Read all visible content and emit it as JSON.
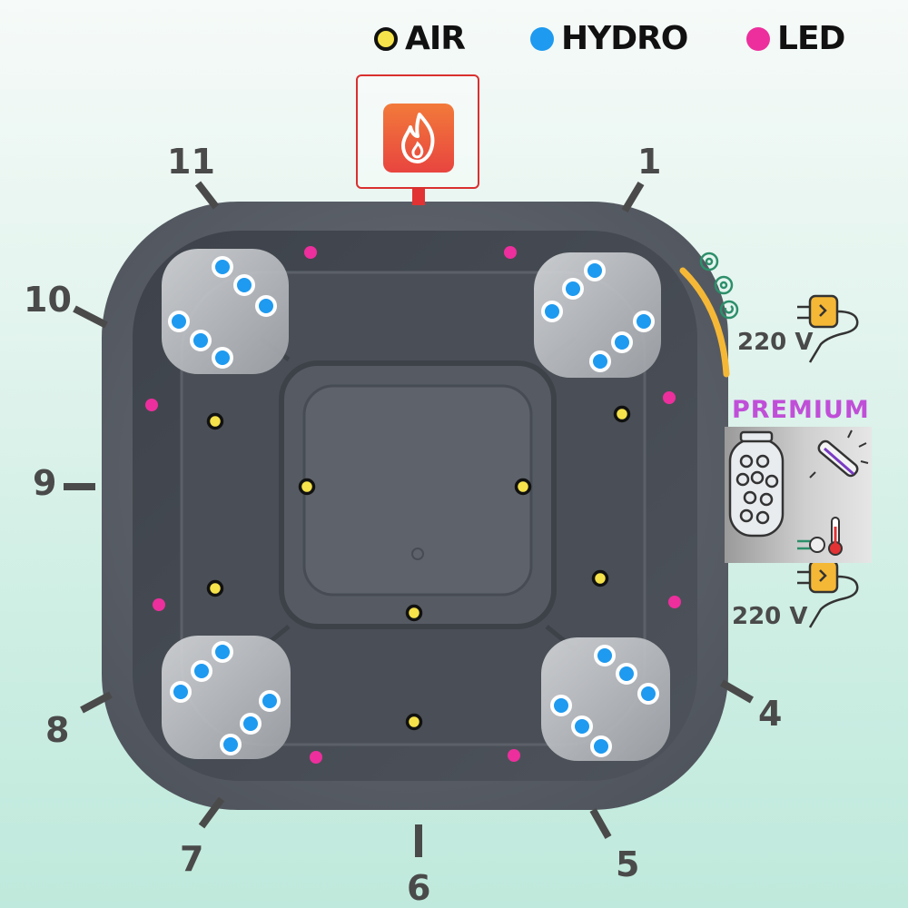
{
  "legend": [
    {
      "label": "AIR",
      "color": "#f6e24a"
    },
    {
      "label": "HYDRO",
      "color": "#1e9af0"
    },
    {
      "label": "LED",
      "color": "#ec2f9c"
    }
  ],
  "positions": [
    "1",
    "4",
    "5",
    "6",
    "7",
    "8",
    "9",
    "10",
    "11"
  ],
  "power": {
    "top_voltage": "220 V",
    "bottom_voltage": "220 V"
  },
  "premium_label": "PREMIUM",
  "icons": {
    "heater": "flame-icon",
    "plug": "plug-icon",
    "control": "control-buttons-icon",
    "filter": "filter-cartridge-icon",
    "uv_lamp": "uv-lamp-icon",
    "thermometer": "thermometer-icon"
  },
  "colors": {
    "tub_shell": "#555a62",
    "tub_inner": "#454a52",
    "seat": "#c7c9cd",
    "heater_border": "#d9302f",
    "heater_icon": "#ee5a3c",
    "control_panel": "#f5b836",
    "premium_text": "#c04fd8",
    "number_text": "#4a4a4a"
  }
}
